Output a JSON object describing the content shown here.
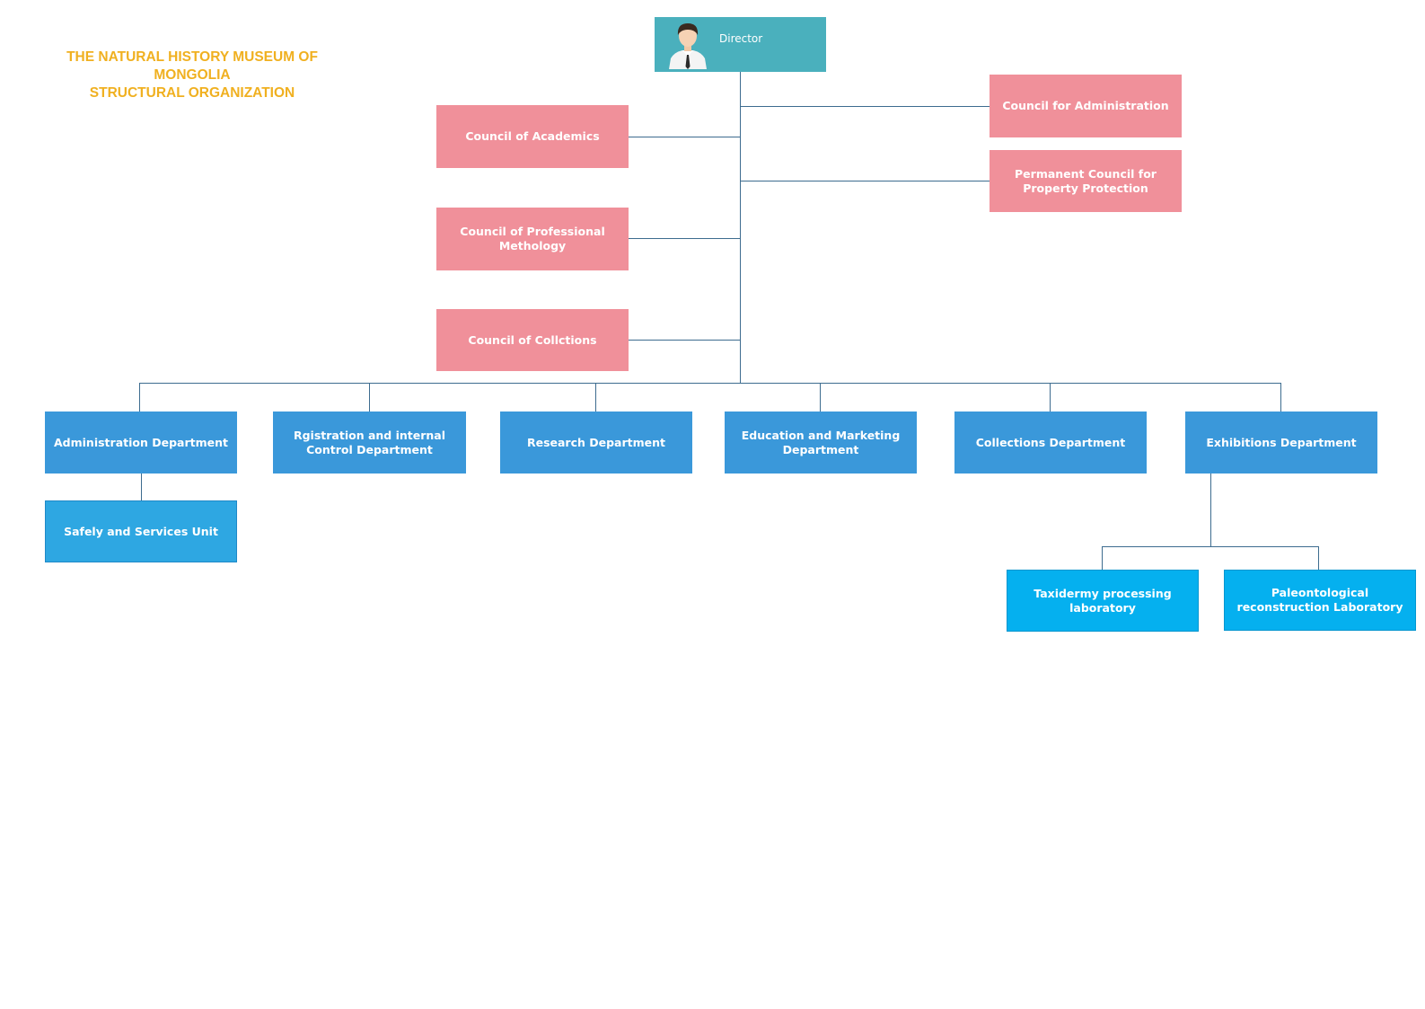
{
  "title": {
    "line1": "THE NATURAL HISTORY MUSEUM OF",
    "line2": "MONGOLIA",
    "line3": "STRUCTURAL ORGANIZATION"
  },
  "director": {
    "label": "Director",
    "icon": "person-avatar-icon"
  },
  "councils": {
    "academics": "Council of Academics",
    "professional_methology": "Council of Professional Methology",
    "collections": "Council of Collctions",
    "administration": "Council for Administration",
    "property_protection": "Permanent Council for Property Protection"
  },
  "departments": {
    "administration": "Administration Department",
    "registration": "Rgistration and internal Control Department",
    "research": "Research Department",
    "education_marketing": "Education and Marketing Department",
    "collections": "Collections Department",
    "exhibitions": "Exhibitions Department"
  },
  "units": {
    "safety_services": "Safely and Services Unit",
    "taxidermy": "Taxidermy processing laboratory",
    "paleontological": "Paleontological reconstruction Laboratory"
  },
  "colors": {
    "title": "#f0b020",
    "director": "#4ab0bd",
    "council": "#f0909a",
    "department": "#3a98da",
    "unit": "#2ea7e2",
    "laboratory": "#05b0ef",
    "connector": "#3d6c8f"
  }
}
